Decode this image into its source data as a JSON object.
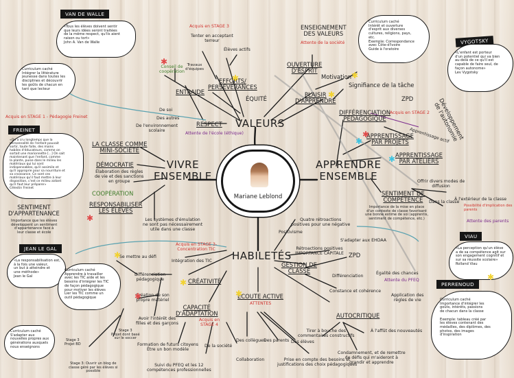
{
  "center": {
    "name": "Mariane Leblond"
  },
  "branches": {
    "valeurs": "VALEURS",
    "vivre": "VIVRE\nENSEMBLE",
    "apprendre": "APPRENDRE\nENSEMBLE",
    "habiletes": "HABILETÉS"
  },
  "theorists": {
    "vanderwalle": "VAN DE WALLE",
    "vygotsky": "VYGOTSKY",
    "freinet": "FREINET",
    "legal": "JEAN LE GAL",
    "viau": "VIAU",
    "perrenoud": "PERRENOUD"
  },
  "quotes": {
    "vanderwalle": "«Tous les élèves doivent sentir\nque leurs idées seront traitées\nde la même respect, qu'ils aient\nraison ou tort»\nJohn A. Van de Walle",
    "vygotsky": "«L'enfant est porteur\nd'un potentiel qui va bien\nau-delà de ce qu'il est\ncapable de faire seul, de\nfaçon autonome»\nLev Vygotsky",
    "freinet": "«On a cru longtemps que la\npersonnalité de l'enfant pouvait\nsortir, toute faite, des mains\nhabiles d'éducateurs, comme on\nsortait une marionnette [...] On sait\nmaintenant que l'enfant, comme\nla plante, puise dans le milieu les\nmatériaux qui lui sont\nindispensables, qu'il assimile et\nqu'il approprie pour sa nourriture et\nsa croissance. Ce sont ces\nmatériaux qu'il faut mettre à leur\ndisposition, c'est ce milieu aidant\nqu'il faut leur préparer»\nCélestin Freinet",
    "legal": "«La responsabilisation est,\nà la fois une valeur,\nun but à atteindre et\nune méthode»\nJean le Gal",
    "viau": "«La perception qu'un élève\na de sa compétence agit sur\nson engagement cognitif et\nsur sa réussite scolaire»\nRolland Viau"
  },
  "cultural_notes": {
    "top": "Curriculum caché\nIntérêt et ouverture\nd'esprit aux diverses\ncultures, religions, pays,\netc.\nExemple: Correspondance\navec Côte-d'Ivoire\nGuide à l'oratoire",
    "left": "Curriculum caché\nIntégrer la littérature\njeunesse dans toutes les\ndisciplines et découvrir\nles goûts de chacun en\ntant que lecteur",
    "legal": "Curriculum caché\nApprendre à travailler\navec les TIC aide et les\nbesoins d'intégrer les TIC\nde façon pédagogique\npour motiver les élèves\nLier les TIC comme un\noutil pédagogique",
    "bottomleft": "Curriculum caché\nS'adapter aux\nnouvelles propres aux\ngénérations auxquels\nnous enseignons",
    "perrenoud": "Curriculum caché\nImportance d'intégrer les\ngoûts, intérêts, passions\nde chacun dans la classe\n\nExemple: tableau créé par\nles élèves contenant des\nmédailles, des diplômes, des\nphotos, des images\nd'inspiration"
  },
  "valeurs": {
    "stage3": "Acquis en STAGE 3",
    "tenter": "Tenter en acceptant\nterreur",
    "eleves_actifs": "Élèves actifs",
    "efforts": "EFFORTS/\nPERSÉVÉRANCES",
    "equite": "ÉQUITÉ",
    "travaux": "Travaux\nd'équipes",
    "conseil": "Conseil de\ncoopération",
    "entraide": "ENTRAIDE",
    "desoi": "De soi",
    "desautres": "Des autres",
    "environnement": "De l'environnement\nscolaire",
    "respect": "RESPECT",
    "attente_ecole": "Attente de l'école (éthique)",
    "enseignement": "ENSEIGNEMENT\nDES VALEURS",
    "attente_societe": "Attente de la société",
    "ouverture": "OUVERTURE\nD'ESPRIT"
  },
  "apprendre": {
    "motivation": "Motivation",
    "plaisir": "PLAISIR\nD'APPRENDRE",
    "signifiance": "Signifiance de la tâche",
    "zpd": "ZPD",
    "differenciation": "DIFFÉRENCIATION\nPÉDAGOGIQUE",
    "stage2": "Acquis en STAGE 2",
    "app_actif": "Apprentissage actif",
    "projets": "APPRENTISSAGE\nPAR PROJETS",
    "ateliers": "APPRENTISSAGE\nPAR ATELIERS",
    "developpement": "Développement\nde l'autonomie",
    "offrir": "Offrir divers modes de\ndiffusion",
    "sentiment_comp": "SENTIMENT DE\nCOMPÉTENCE",
    "sentiment_desc": "Importance de la mise en place\nd'un contexte de classe favorisant\nune bonne estime de soi (apprentis,\nsentiment de compétence, etc.)",
    "dansclasse": "Dans la classe",
    "exterieur": "À l'extérieur de la classe",
    "exterieur_desc": "Possibilité d'implication des\nparents",
    "attente_parents": "Attente des parents"
  },
  "vivre": {
    "stage1": "Acquis en STAGE 1 - Pédagogie Freinet",
    "minisociete": "LA CLASSE COMME\nMINI-SOCIÉTÉ",
    "democratie": "DÉMOCRATIE",
    "democratie_desc": "Élaboration des règles\nde vie et des sanctions\nen groupe",
    "cooperation": "COOPÉRATION",
    "responsabiliser": "RESPONSABILISER\nLES ÉLÈVES",
    "appartenance": "SENTIMENT\nD'APPARTENANCE",
    "appartenance_desc": "Importance que les élèves\ndéveloppent un sentiment\nd'appartenance face à\nleur classe et école",
    "emulation": "Les systèmes d'émulation\nne sont pas nécessairement\nutile dans une classe"
  },
  "habiletes": {
    "retroactions": "Quatre rétroactions\npositives pour une négative",
    "positivisme": "Positivisme",
    "retro_imp": "Rétroactions positives\nIMPORTANCE CAPITALE",
    "ehdaa": "S'adapter aux EHDAA",
    "zpd": "ZPD",
    "gestion": "GESTION DE\nCLASSE",
    "differenciation": "Différenciation",
    "equite_chances": "Égalité des chances",
    "attente_pfeq": "Attente du PFEQ",
    "constance": "Constance et cohérence",
    "application": "Application des\nrègles de vie",
    "defi": "Se mettre au défi",
    "stage3b": "Acquis en STAGE 3-\nConcentration TIC",
    "integration": "Intégration des TIC",
    "diff_peda": "Différenciation\npédagogique",
    "creativite": "CRÉATIVITÉ",
    "creation": "Création de son\npropre matériel",
    "adaptation": "CAPACITÉ\nD'ADAPTATION",
    "stage4": "Acquis en\nSTAGE 4",
    "ecoute": "ÉCOUTE ACTIVE",
    "attentes": "ATTENTES",
    "autocritique": "AUTOCRITIQUE",
    "interet": "Avoir l'intérêt des\nfilles et des garçons",
    "stage3_pro": "Stage 3\nProjet dont basé\nsur le soccer",
    "stage3_proj": "Stage 3\nProjet BD",
    "stage3_ouvrir": "Stage 3: Ouvrir un blog de\nclasse géré par les élèves si\npossible",
    "formation": "Formation de futurs citoyens\nÊtre un bon modèle",
    "societe": "De la société",
    "suivi": "Suivi du PFEQ et les 12\ncompétences professionnelles",
    "collegues": "Des collègues",
    "parents": "Des parents",
    "eleves": "Des élèves",
    "collaboration": "Collaboration",
    "prise_compte": "Prise en compte des besoins et\njustifications des choix pédagogiques",
    "tirer": "Tirer à bouche des\ncommentaires constructifs",
    "nouveautes": "À l'affût des nouveautés",
    "condamnement": "Condamnement, et de remettre\nde défis qui m'aideront à\ngrandir et apprendre"
  },
  "colors": {
    "ink": "#161616",
    "red": "#d0322d",
    "purple": "#7a2a8c",
    "green": "#3f7c2a",
    "teal": "#5aa2b0"
  }
}
